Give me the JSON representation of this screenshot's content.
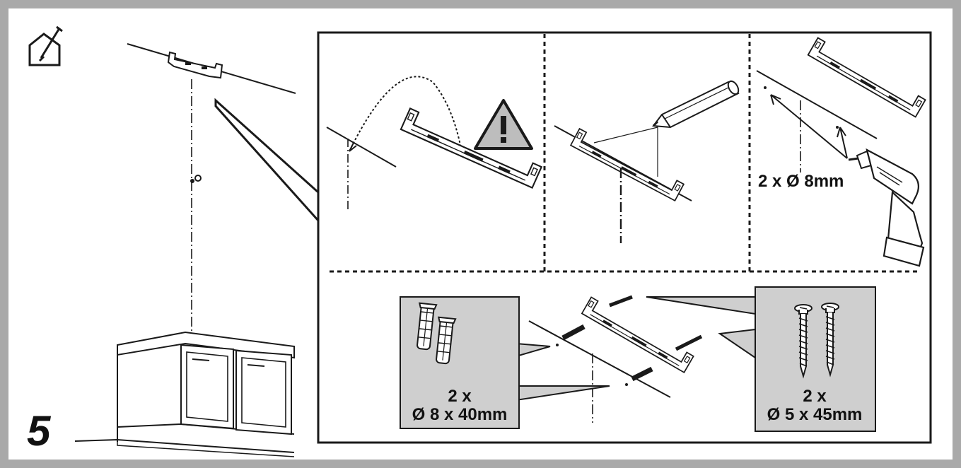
{
  "step": {
    "number": "5",
    "icon": "indoor-installation-icon"
  },
  "panels": {
    "level": {
      "icon": "warning-icon"
    },
    "mark": {
      "icon": "pencil-icon"
    },
    "drill": {
      "icon": "drill-icon",
      "holes_label": "2 x Ø 8mm"
    },
    "fix": {
      "plugs": {
        "icon": "wall-plug-icon",
        "qty": "2 x",
        "size": "Ø 8 x 40mm"
      },
      "screws": {
        "icon": "screw-icon",
        "qty": "2 x",
        "size": "Ø 5 x 45mm"
      }
    }
  },
  "colors": {
    "frame": "#a9a9a9",
    "line": "#1a1a1a",
    "callout_fill": "#cfcfcf",
    "warning_fill": "#bdbdbd"
  }
}
